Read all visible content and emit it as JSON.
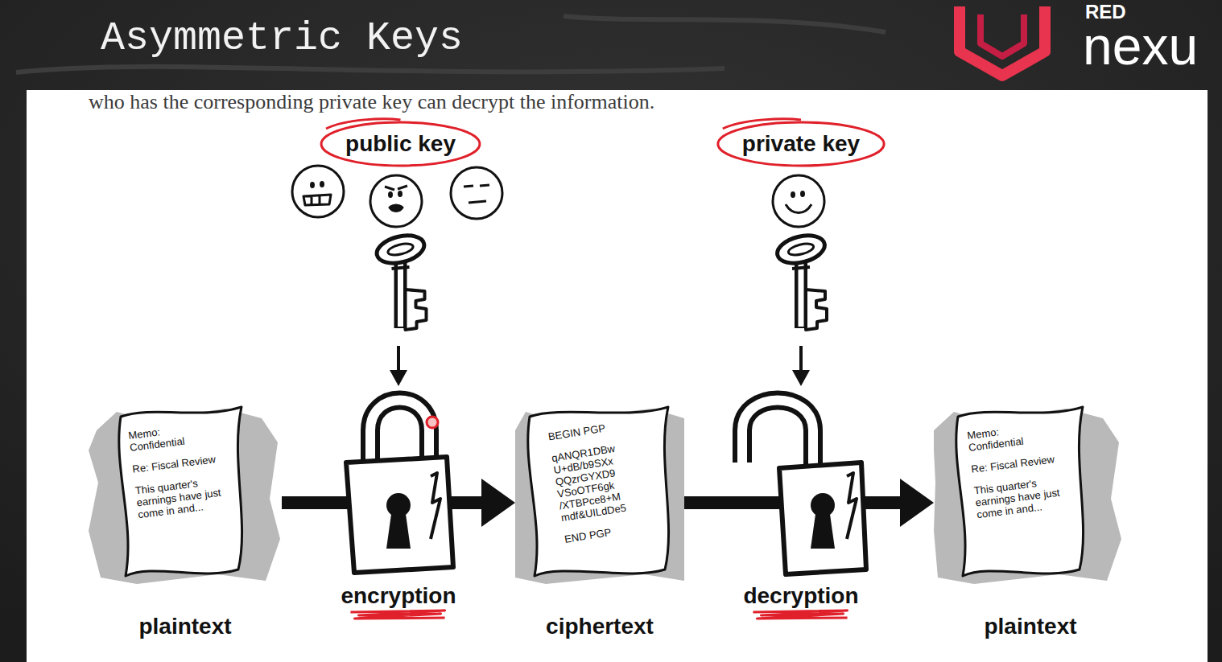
{
  "diagram": {
    "title": "Asymmetric Keys",
    "nodes": [
      {
        "text": [
          "public key"
        ]
      },
      {
        "text": [
          "private key"
        ]
      },
      {
        "text": [
          "Memo: Confidential",
          "Re: Fiscal Review",
          "This quarter's earnings have just come in and...",
          "plaintext"
        ]
      },
      {
        "text": [
          "encryption"
        ]
      },
      {
        "text": [
          "BEGIN PGP",
          "qANQR1DBw U+dB/b9SXx QQzrGYXD9 VSoOTF6gk /XTBPce8+M mdf&UILdDe5",
          "END PGP",
          "ciphertext"
        ]
      },
      {
        "text": [
          "decryption"
        ]
      },
      {
        "text": [
          "Memo: Confidential",
          "Re: Fiscal Review",
          "This quarter's earnings have just come in and...",
          "plaintext"
        ]
      }
    ],
    "edges": [
      {
        "from": 0,
        "to": 3,
        "arrow": "to"
      },
      {
        "from": 1,
        "to": 5,
        "arrow": "to"
      },
      {
        "from": 2,
        "to": 3,
        "arrow": "none"
      },
      {
        "from": 3,
        "to": 4,
        "arrow": "to"
      },
      {
        "from": 4,
        "to": 5,
        "arrow": "none"
      },
      {
        "from": 5,
        "to": 6,
        "arrow": "to"
      }
    ],
    "labels": [
      "RED",
      "nexu",
      "who has the corresponding private key can decrypt the information."
    ]
  }
}
